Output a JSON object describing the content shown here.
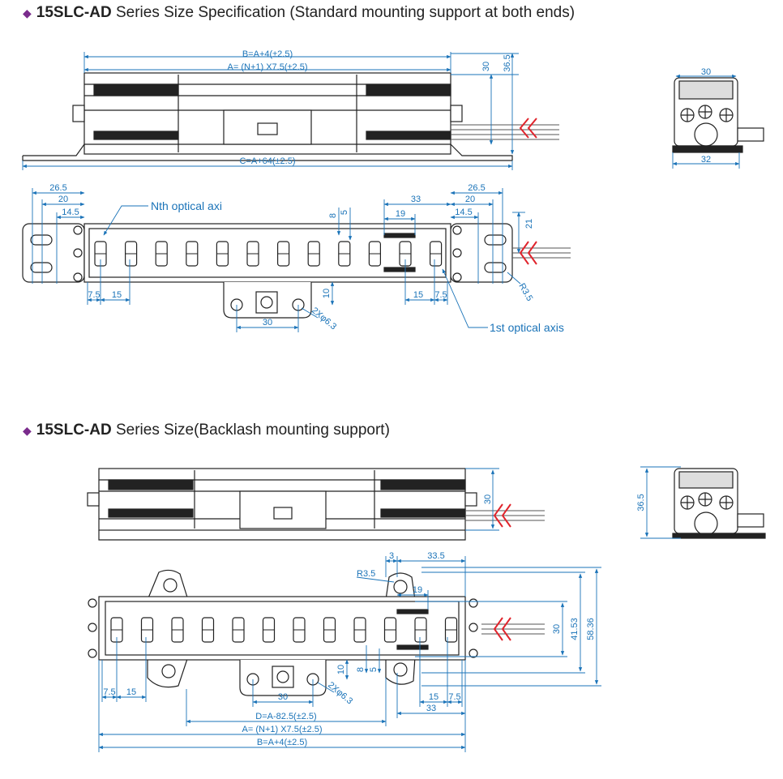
{
  "section1": {
    "bullet": "◆",
    "series": "15SLC-AD",
    "title": "Series Size Specification (Standard mounting support at both ends)",
    "dims": {
      "b": "B=A+4(±2.5)",
      "a": "A= (N+1) X7.5(±2.5)",
      "c": "C=A+64(±2.5)",
      "h30": "30",
      "h36_5": "36.5",
      "end_w30": "30",
      "end_w32": "32",
      "left_26_5": "26.5",
      "left_20": "20",
      "left_14_5": "14.5",
      "right_33": "33",
      "right_26_5": "26.5",
      "right_20": "20",
      "right_14_5": "14.5",
      "right_19": "19",
      "v8": "8",
      "v5": "5",
      "v21": "21",
      "v10": "10",
      "r3_5": "R3.5",
      "hole": "2Xφ6.3",
      "left_7_5": "7.5",
      "left_15": "15",
      "right_15": "15",
      "right_7_5": "7.5",
      "bracket_30": "30"
    },
    "labels": {
      "nth_axis": "Nth optical axi",
      "first_axis": "1st optical axis"
    }
  },
  "section2": {
    "bullet": "◆",
    "series": "15SLC-AD",
    "title": "Series Size(Backlash mounting support)",
    "dims": {
      "h30": "30",
      "h36_5": "36.5",
      "top_3": "3",
      "top_33_5": "33.5",
      "r3_5": "R3.5",
      "top_19": "19",
      "v30": "30",
      "v41_53": "41.53",
      "v58_36": "58.36",
      "v10": "10",
      "v8": "8",
      "v5": "5",
      "hole": "2Xφ6.3",
      "left_7_5": "7.5",
      "left_15": "15",
      "bracket_30": "30",
      "right_15": "15",
      "right_7_5": "7.5",
      "right_33": "33",
      "d": "D=A-82.5(±2.5)",
      "a": "A= (N+1) X7.5(±2.5)",
      "b": "B=A+4(±2.5)"
    }
  },
  "colors": {
    "dimension": "#1a73b8",
    "line": "#222222",
    "cable_mark": "#e0242c",
    "bullet": "#7a2b8c"
  }
}
